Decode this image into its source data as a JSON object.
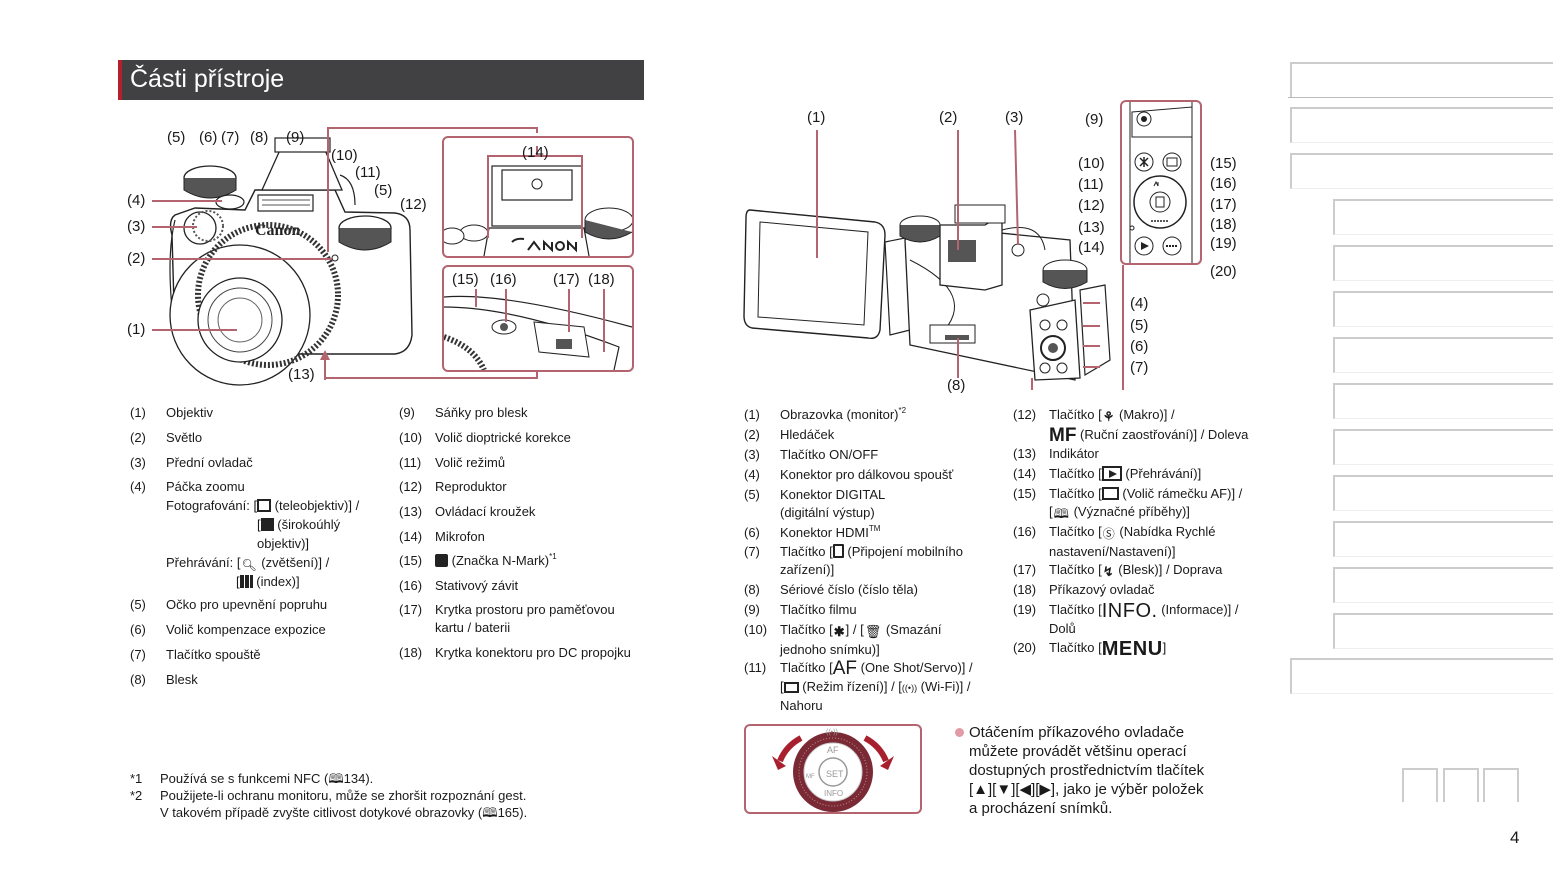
{
  "page": {
    "title": "Části přístroje",
    "page_number": "4",
    "accent_color": "#b5202e",
    "title_bg_color": "#414042",
    "frame_color": "#b3646e"
  },
  "front_diagram": {
    "callouts": [
      "(1)",
      "(2)",
      "(3)",
      "(4)",
      "(5)",
      "(6)",
      "(7)",
      "(8)",
      "(9)",
      "(10)",
      "(11)",
      "(5)",
      "(12)",
      "(13)"
    ],
    "inset_top_callouts": [
      "(14)"
    ],
    "inset_bottom_callouts": [
      "(15)",
      "(16)",
      "(17)",
      "(18)"
    ],
    "brand_text": "Canon"
  },
  "front_list_left": [
    {
      "num": "(1)",
      "text": "Objektiv"
    },
    {
      "num": "(2)",
      "text": "Světlo"
    },
    {
      "num": "(3)",
      "text": "Přední ovladač"
    },
    {
      "num": "(4)",
      "text": "Páčka zoomu",
      "sub": {
        "photo_label": "Fotografování: [",
        "tele": " (teleobjektiv)] /",
        "wide_open": "[",
        "wide": " (širokoúhlý",
        "wide2": "objektiv)]",
        "play_label": "Přehrávání: [",
        "zoom": " (zvětšení)] /",
        "index_open": "[",
        "index": " (index)]"
      }
    },
    {
      "num": "(5)",
      "text": "Očko pro upevnění popruhu"
    },
    {
      "num": "(6)",
      "text": "Volič kompenzace expozice"
    },
    {
      "num": "(7)",
      "text": "Tlačítko spouště"
    },
    {
      "num": "(8)",
      "text": "Blesk"
    }
  ],
  "front_list_right": [
    {
      "num": "(9)",
      "text": "Sáňky pro blesk"
    },
    {
      "num": "(10)",
      "text": "Volič dioptrické korekce"
    },
    {
      "num": "(11)",
      "text": "Volič režimů"
    },
    {
      "num": "(12)",
      "text": "Reproduktor"
    },
    {
      "num": "(13)",
      "text": "Ovládací kroužek"
    },
    {
      "num": "(14)",
      "text": "Mikrofon"
    },
    {
      "num": "(15)",
      "text": " (Značka N-Mark)",
      "sup": "*1",
      "icon": "n-mark-icon"
    },
    {
      "num": "(16)",
      "text": "Stativový závit"
    },
    {
      "num": "(17)",
      "text": "Krytka prostoru pro paměťovou",
      "text2": "kartu / baterii"
    },
    {
      "num": "(18)",
      "text": "Krytka konektoru pro DC propojku"
    }
  ],
  "footnotes": [
    {
      "mark": "*1",
      "lines": [
        "Používá se s funkcemi NFC (",
        "134)."
      ]
    },
    {
      "mark": "*2",
      "lines": [
        "Použijete-li ochranu monitoru, může se zhoršit rozpoznání gest.",
        "V takovém případě zvyšte citlivost dotykové obrazovky (",
        "165)."
      ]
    }
  ],
  "back_diagram": {
    "callouts": [
      "(1)",
      "(2)",
      "(3)",
      "(9)",
      "(10)",
      "(11)",
      "(12)",
      "(13)",
      "(14)",
      "(15)",
      "(16)",
      "(17)",
      "(18)",
      "(19)",
      "(20)",
      "(4)",
      "(5)",
      "(6)",
      "(7)",
      "(8)"
    ]
  },
  "back_list_left": [
    {
      "num": "(1)",
      "text": "Obrazovka (monitor)",
      "sup": "*2"
    },
    {
      "num": "(2)",
      "text": "Hledáček"
    },
    {
      "num": "(3)",
      "text": "Tlačítko ON/OFF"
    },
    {
      "num": "(4)",
      "text": "Konektor pro dálkovou spoušť"
    },
    {
      "num": "(5)",
      "text": "Konektor DIGITAL",
      "text2": "(digitální výstup)"
    },
    {
      "num": "(6)",
      "text": "Konektor HDMI",
      "sup": "TM"
    },
    {
      "num": "(7)",
      "text": "Tlačítko [",
      "after": " (Připojení mobilního",
      "text2": "zařízení)]"
    },
    {
      "num": "(8)",
      "text": "Sériové číslo (číslo těla)"
    },
    {
      "num": "(9)",
      "text": "Tlačítko filmu"
    },
    {
      "num": "(10)",
      "text": "Tlačítko [",
      "mid": "] / [",
      "after": " (Smazání",
      "text2": "jednoho snímku)]"
    },
    {
      "num": "(11)",
      "text": "Tlačítko [",
      "af": "AF",
      "after": " (One Shot/Servo)] /",
      "line2a": "[",
      "line2b": " (Režim řízení)] / [",
      "wifi": "((•))",
      "line2c": " (Wi-Fi)] /",
      "text3": "Nahoru"
    }
  ],
  "back_list_right": [
    {
      "num": "(12)",
      "text": "Tlačítko [",
      "after": " (Makro)] /",
      "mf": "MF",
      "text2": " (Ruční zaostřování)] / Doleva"
    },
    {
      "num": "(13)",
      "text": "Indikátor"
    },
    {
      "num": "(14)",
      "text": "Tlačítko [",
      "after": " (Přehrávání)]"
    },
    {
      "num": "(15)",
      "text": "Tlačítko [",
      "after": " (Volič rámečku AF)] /",
      "text2a": "[",
      "text2b": " (Význačné příběhy)]"
    },
    {
      "num": "(16)",
      "text": "Tlačítko [",
      "after": " (Nabídka Rychlé",
      "text2": "nastavení/Nastavení)]"
    },
    {
      "num": "(17)",
      "text": "Tlačítko [",
      "after": " (Blesk)] / Doprava"
    },
    {
      "num": "(18)",
      "text": "Příkazový ovladač"
    },
    {
      "num": "(19)",
      "text": "Tlačítko [",
      "info": "INFO.",
      "after": " (Informace)] /",
      "text2": "Dolů"
    },
    {
      "num": "(20)",
      "text": "Tlačítko [",
      "menu": "MENU",
      "close": "]"
    }
  ],
  "dial_illustration": {
    "labels": [
      "((•))",
      "AF",
      "SET",
      "INFO",
      "MF"
    ]
  },
  "tip": {
    "line1": "Otáčením příkazového ovladače",
    "line2": "můžete provádět většinu operací",
    "line3": "dostupných prostřednictvím tlačítek",
    "line4_after": ", jako je výběr položek",
    "line5": "a procházení snímků."
  }
}
